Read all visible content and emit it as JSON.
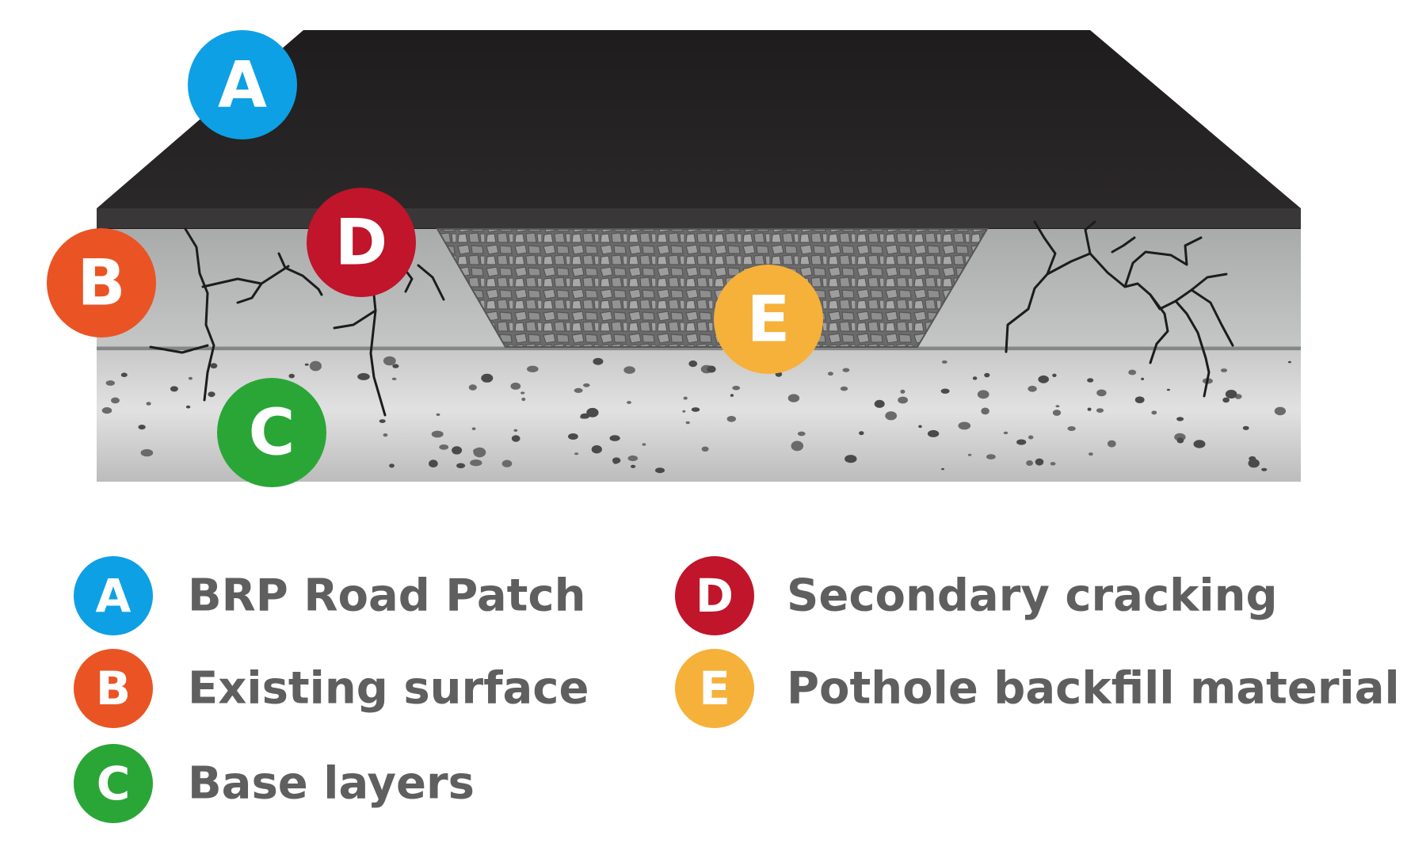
{
  "colors": {
    "blue": "#0ea0e4",
    "orange": "#ea5424",
    "green": "#2aa637",
    "red": "#c0152a",
    "yellow": "#f5b13a",
    "asphalt": "#231f20",
    "label": "#5f5f5f"
  },
  "markers": {
    "A": "A",
    "B": "B",
    "C": "C",
    "D": "D",
    "E": "E"
  },
  "legend": {
    "items": [
      {
        "letter": "A",
        "label": "BRP Road Patch",
        "color": "#0ea0e4"
      },
      {
        "letter": "B",
        "label": "Existing surface",
        "color": "#ea5424"
      },
      {
        "letter": "C",
        "label": "Base layers",
        "color": "#2aa637"
      },
      {
        "letter": "D",
        "label": "Secondary cracking",
        "color": "#c0152a"
      },
      {
        "letter": "E",
        "label": "Pothole backfill material",
        "color": "#f5b13a"
      }
    ]
  }
}
